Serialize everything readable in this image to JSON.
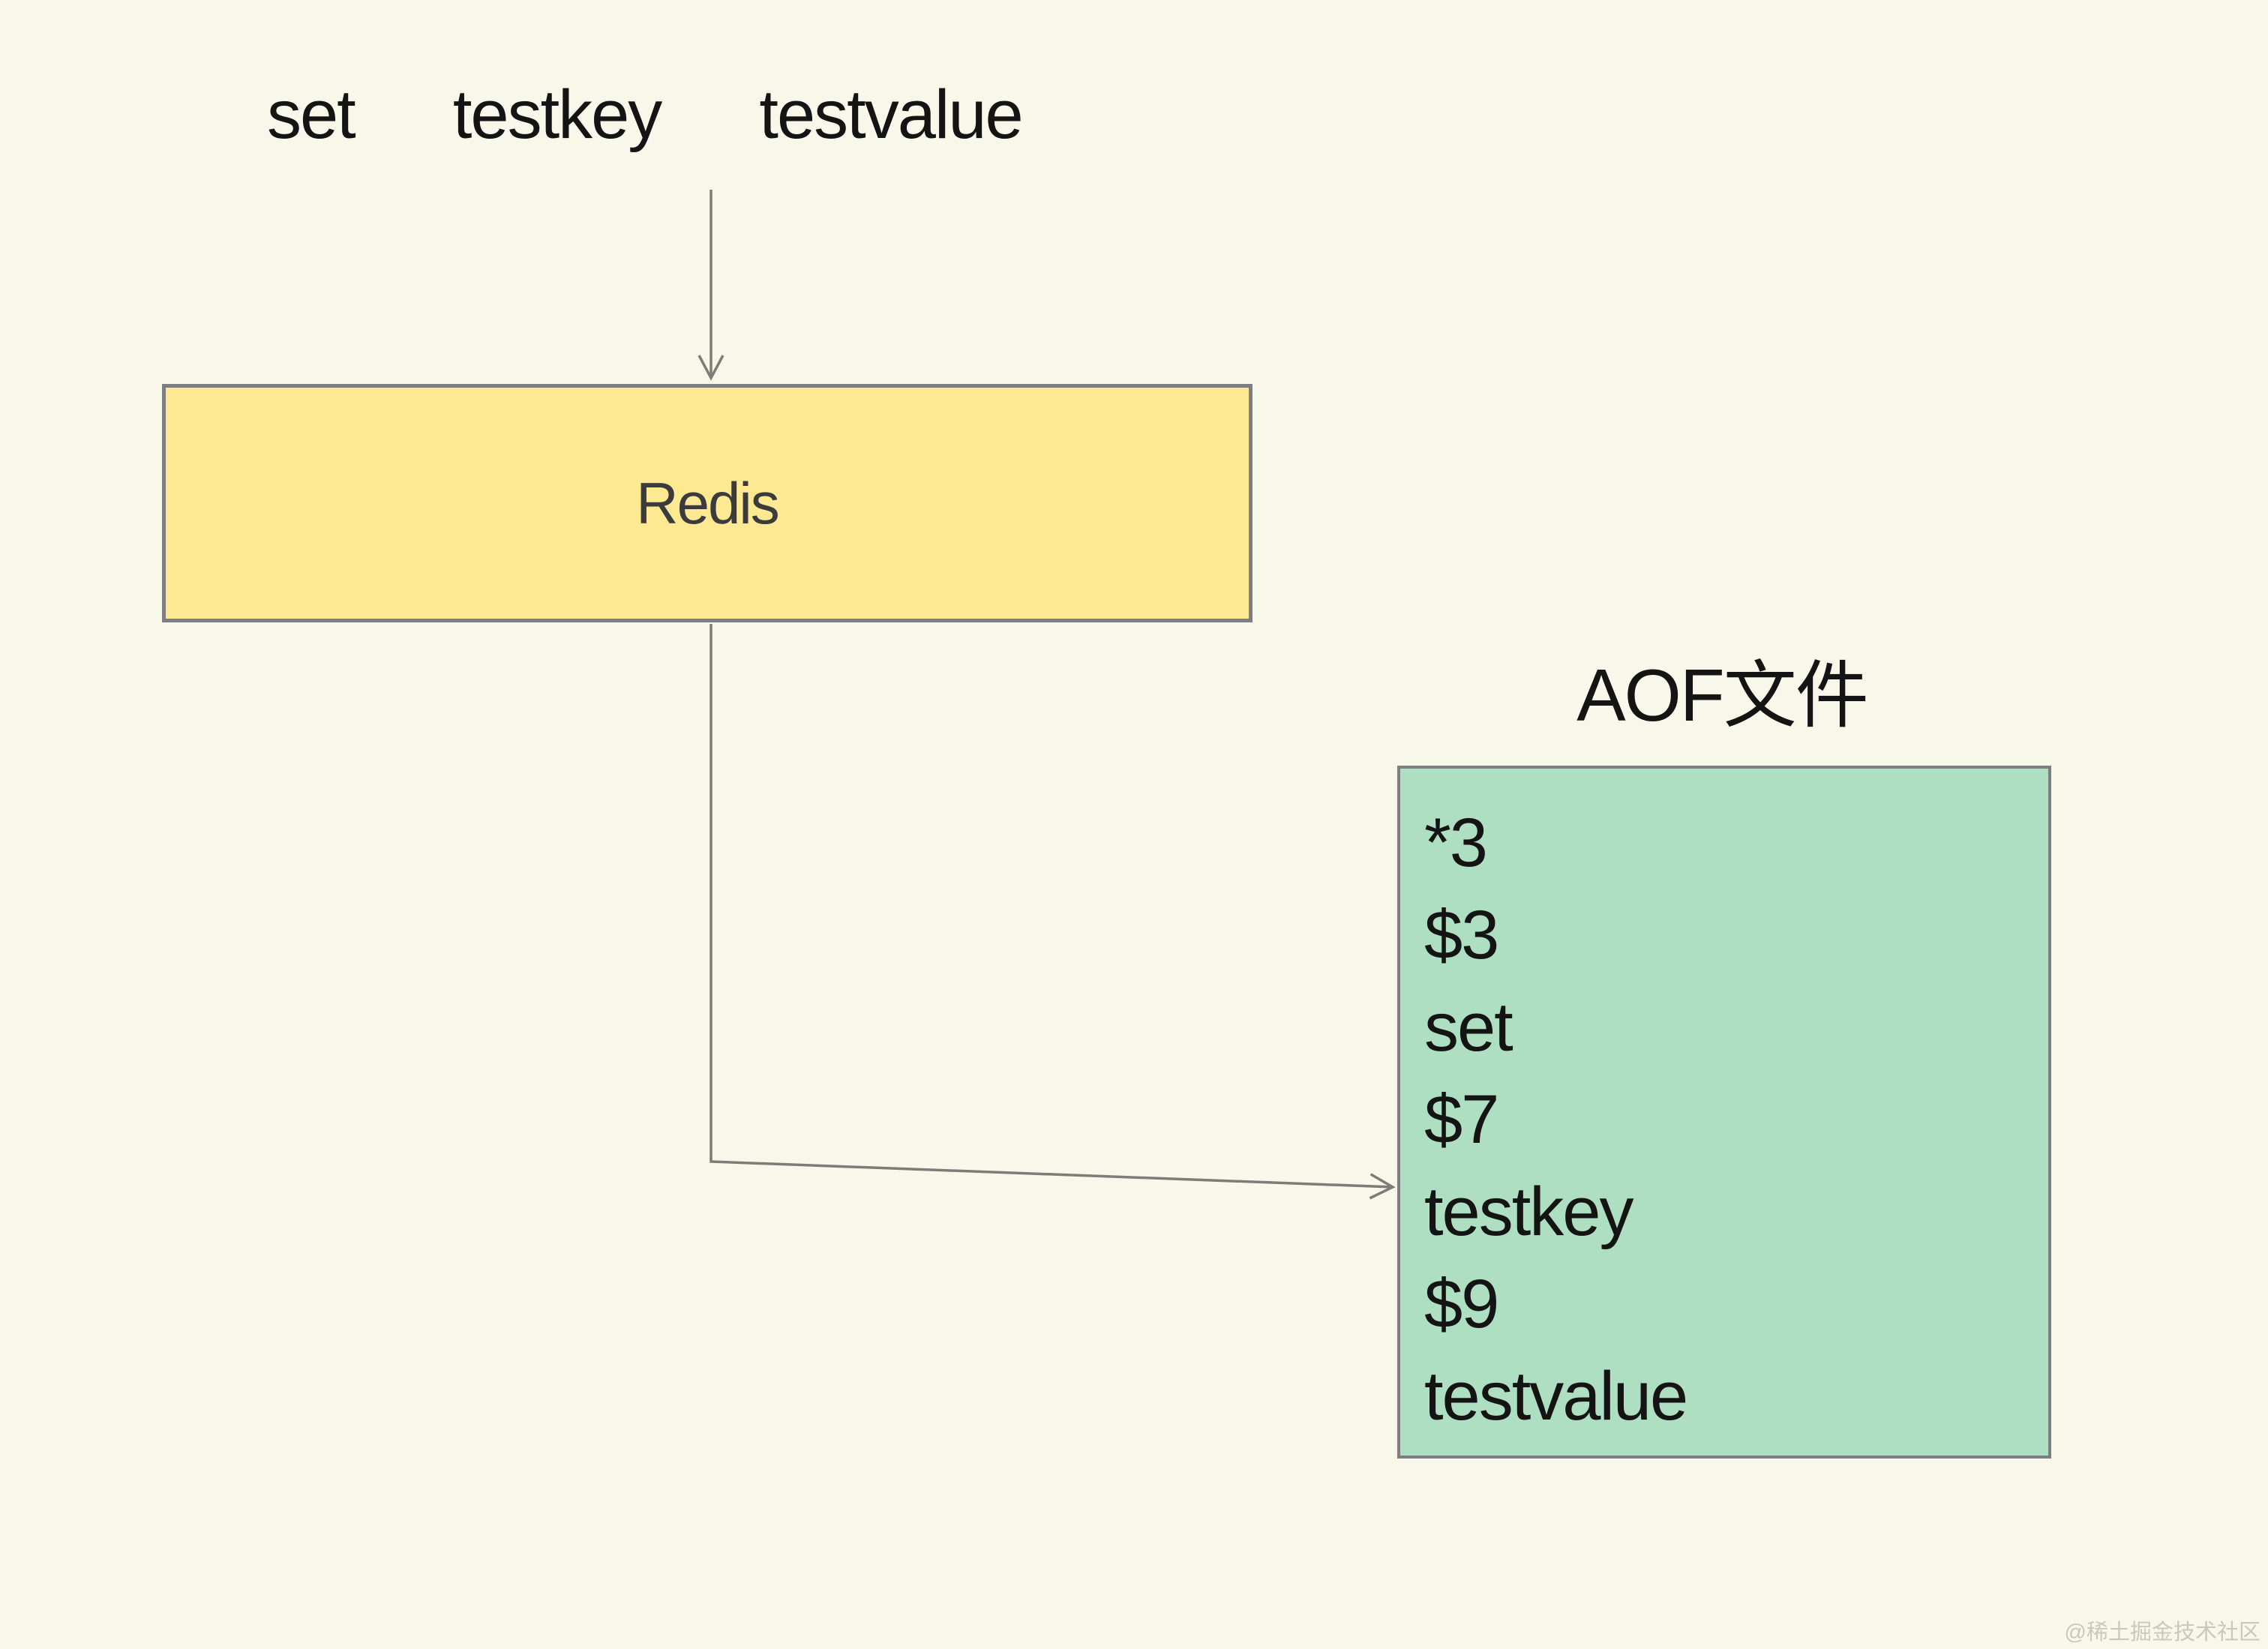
{
  "diagram": {
    "command": {
      "text": "set  testkey  testvalue"
    },
    "redis_node": {
      "label": "Redis"
    },
    "aof_node": {
      "title": "AOF文件",
      "lines": [
        "*3",
        "$3",
        "set",
        "$7",
        "testkey",
        "$9",
        "testvalue"
      ]
    },
    "watermark": {
      "text": "@稀土掘金技术社区"
    }
  },
  "colors": {
    "bg": "#f8f8ea",
    "yellow-fill": "#fde992",
    "green-fill": "#aedfc2",
    "box-border": "#7d7e81",
    "arrow": "#7c7c78",
    "text-black": "#141414",
    "redis-text": "#3b3b3d",
    "watermark": "#c8c8bc"
  }
}
